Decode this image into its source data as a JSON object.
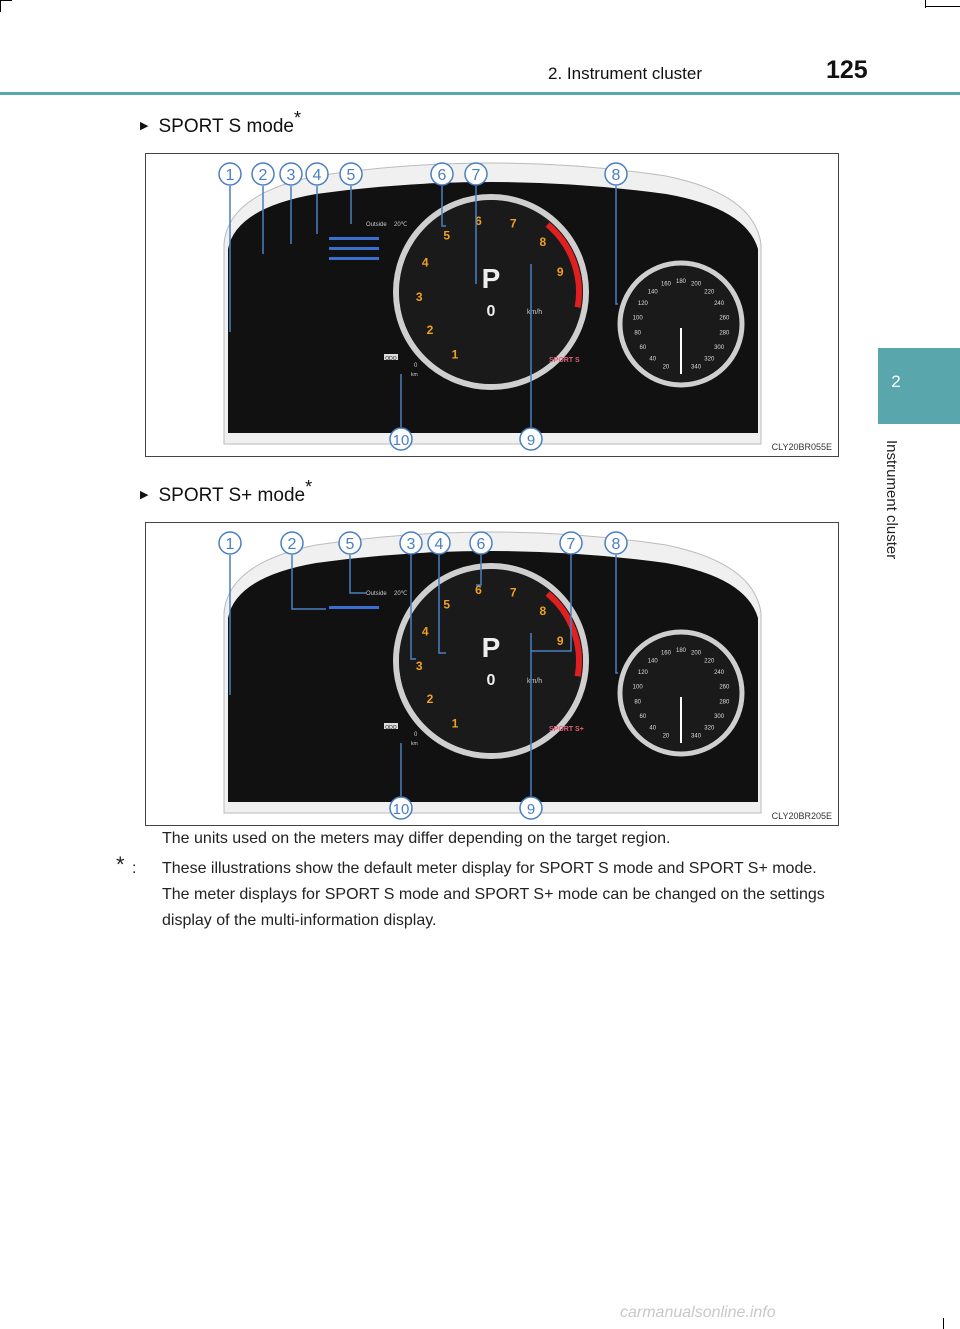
{
  "header": {
    "title": "2. Instrument cluster",
    "page_number": "125"
  },
  "side_tab": {
    "number": "2",
    "label": "Instrument cluster"
  },
  "sections": [
    {
      "heading": "SPORT S mode",
      "note_mark": "*",
      "image_code": "CLY20BR055E",
      "callouts": [
        "1",
        "2",
        "3",
        "4",
        "5",
        "6",
        "7",
        "8",
        "9",
        "10"
      ]
    },
    {
      "heading": "SPORT S+ mode",
      "note_mark": "*",
      "image_code": "CLY20BR205E",
      "callouts": [
        "1",
        "2",
        "5",
        "3",
        "4",
        "6",
        "7",
        "8",
        "9",
        "10"
      ]
    }
  ],
  "cluster_text": {
    "gear": "P",
    "speed": "0",
    "speed_unit": "km/h",
    "outside_label": "Outside",
    "outside_temp": "20℃",
    "odo_value": "0",
    "odo_unit": "km",
    "odo_badge": "ODO",
    "tach_numbers": [
      "1",
      "2",
      "3",
      "4",
      "5",
      "6",
      "7",
      "8",
      "9"
    ],
    "speedo_numbers": [
      "20",
      "40",
      "60",
      "80",
      "100",
      "120",
      "140",
      "160",
      "180",
      "200",
      "220",
      "240",
      "260",
      "280",
      "300",
      "320",
      "340"
    ],
    "mode_s": "SPORT S",
    "mode_splus": "SPORT S+"
  },
  "note": "The units used on the meters may differ depending on the target region.",
  "footnote": {
    "mark": "*",
    "text": "These illustrations show the default meter display for SPORT S mode and SPORT S+ mode. The meter displays for SPORT S mode and SPORT S+ mode can be changed on the settings display of the multi-information display."
  },
  "watermark": "carmanualsonline.info",
  "colors": {
    "accent": "#5aa6ad",
    "callout": "#4a7fc1",
    "redline": "#e02020",
    "tach_number": "#f0a020"
  }
}
